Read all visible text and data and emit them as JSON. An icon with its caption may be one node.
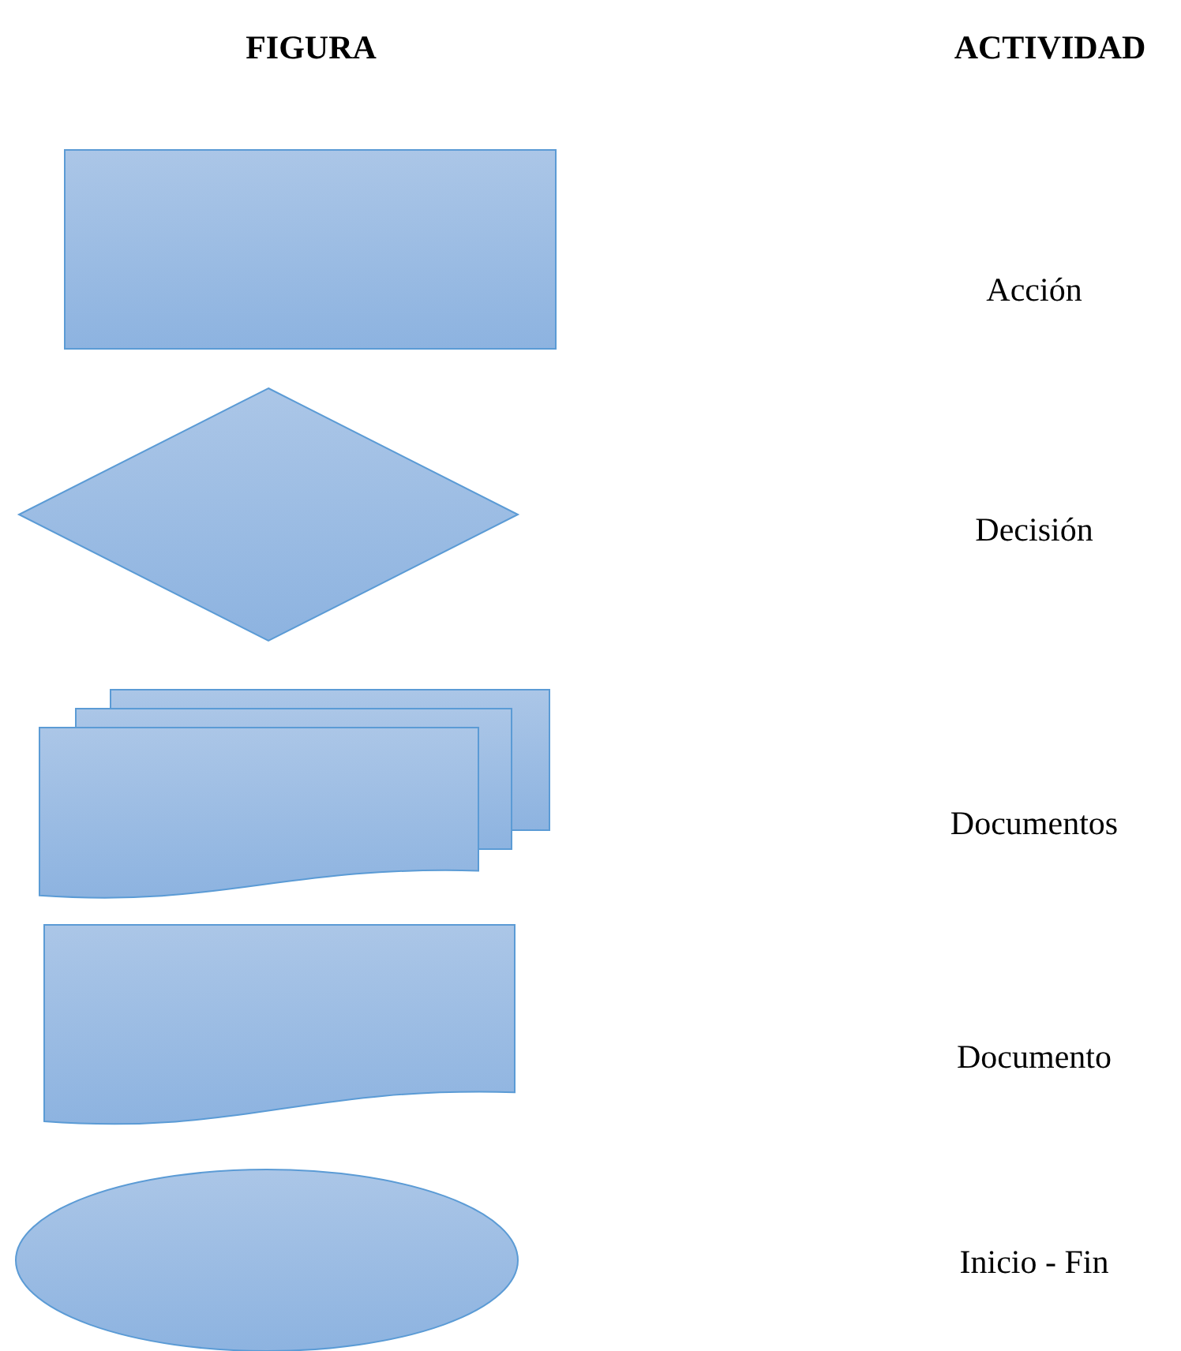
{
  "diagram": {
    "nodes": [
      {
        "text": [],
        "shape": "box"
      },
      {
        "text": [],
        "shape": "diamond"
      },
      {
        "text": [],
        "shape": "documents"
      },
      {
        "text": [],
        "shape": "document"
      },
      {
        "text": [],
        "shape": "ellipse"
      }
    ],
    "edges": [],
    "labels": [
      "FIGURA",
      "ACTIVIDAD",
      "Acción",
      "Decisión",
      "Documentos",
      "Documento",
      "Inicio - Fin"
    ]
  }
}
